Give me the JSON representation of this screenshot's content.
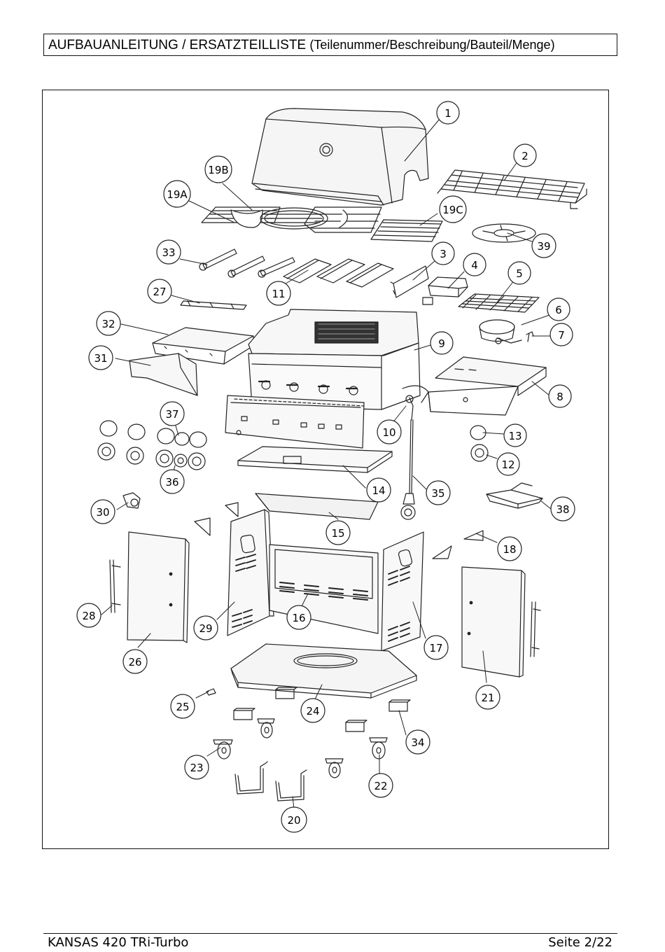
{
  "header": {
    "title_main": "AUFBAUANLEITUNG / ERSATZTEILLISTE",
    "title_sub": "(Teilenummer/Beschreibung/Bauteil/Menge)"
  },
  "diagram": {
    "callouts": [
      "1",
      "2",
      "19B",
      "19A",
      "19C",
      "39",
      "33",
      "3",
      "4",
      "5",
      "27",
      "11",
      "6",
      "7",
      "32",
      "9",
      "31",
      "8",
      "37",
      "13",
      "10",
      "12",
      "36",
      "14",
      "35",
      "38",
      "30",
      "15",
      "18",
      "28",
      "29",
      "16",
      "17",
      "26",
      "21",
      "25",
      "24",
      "34",
      "23",
      "22",
      "20"
    ]
  },
  "footer": {
    "product": "KANSAS 420 TRi-Turbo",
    "page": "Seite  2/22"
  }
}
